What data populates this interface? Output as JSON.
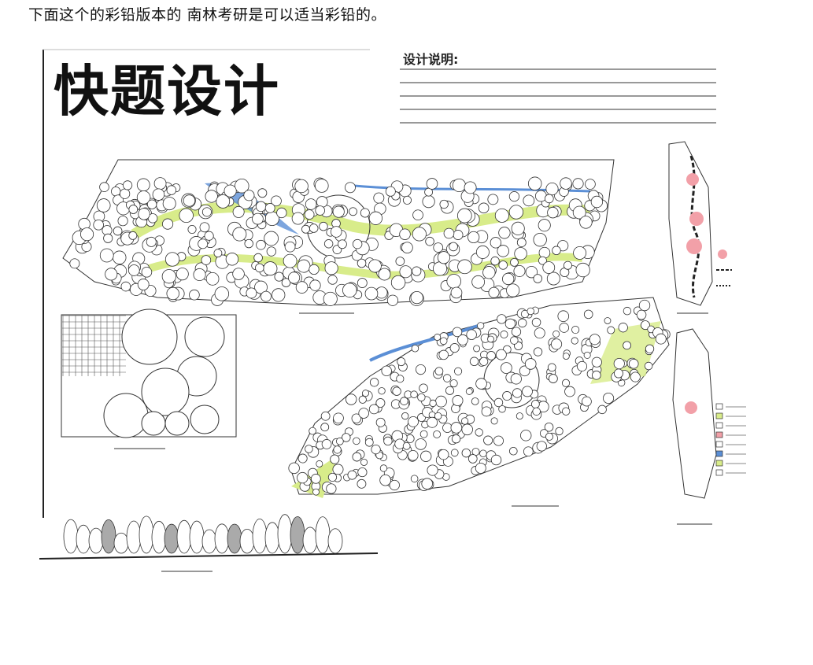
{
  "caption": "下面这个的彩铅版本的  南林考研是可以适当彩铅的。",
  "sheet": {
    "title": "快题设计",
    "notes_label": "设计说明:",
    "colors": {
      "water": "#5b8fd6",
      "grass": "#d8ec8a",
      "tree": "#ffffff",
      "ink": "#222222",
      "pink": "#f2a0a8"
    }
  }
}
